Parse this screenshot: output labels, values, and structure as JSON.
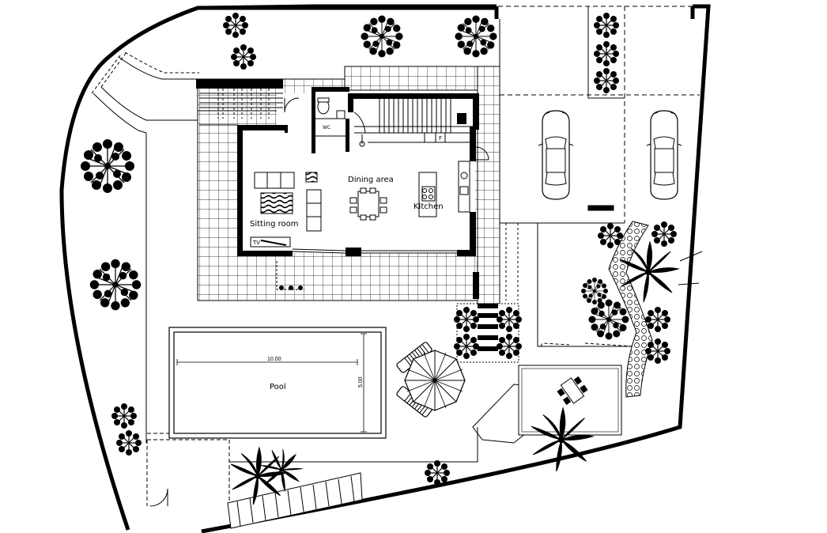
{
  "labels": {
    "sitting_room": "Sitting room",
    "dining_area": "Dining area",
    "kitchen": "Kitchen",
    "pool": "Pool",
    "wc": "WC",
    "tv": "TV",
    "fridge": "F",
    "pool_length": "10.00",
    "pool_width": "5.00"
  },
  "colors": {
    "ink": "#000000",
    "paper": "#ffffff"
  },
  "icons": [
    "tree-icon",
    "palm-tree-icon",
    "shrub-icon",
    "car-icon",
    "parasol-icon",
    "sun-lounger-icon"
  ]
}
